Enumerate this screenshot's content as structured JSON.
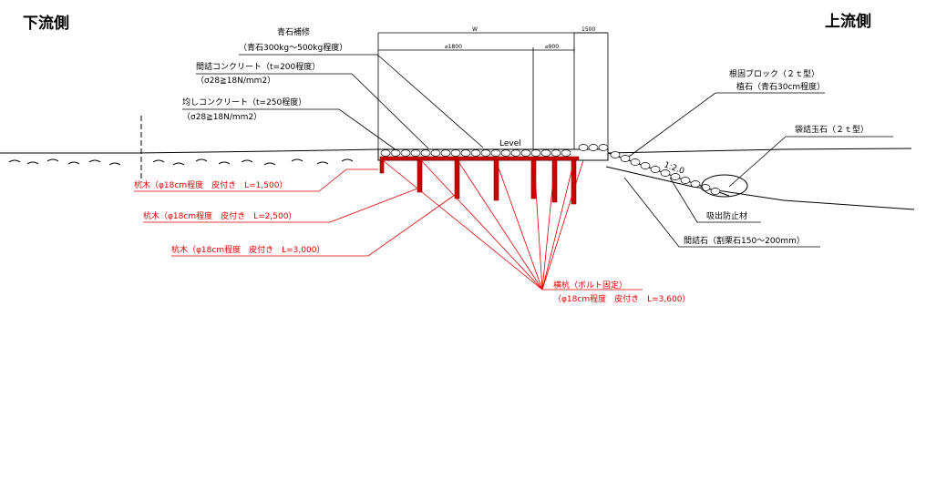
{
  "titles": {
    "downstream": "下流側",
    "upstream": "上流側"
  },
  "dimensions": {
    "w": "W",
    "d1800": "⌀1800",
    "d900": "⌀900",
    "d1500": "1500",
    "level": "Level",
    "slope": "1:2.0"
  },
  "labels": {
    "aoishi_title": "青石補修",
    "aoishi_spec": "（青石300kg～500kg程度）",
    "mazume_title": "間詰コンクリート（t=200程度）",
    "mazume_spec": "（σ28≧18N/mm2）",
    "narashi_title": "均しコンクリート（t=250程度）",
    "narashi_spec": "（σ28≧18N/mm2）",
    "negatame_title": "根固ブロック（２ｔ型）",
    "negatame_spec": "植石（青石30cm程度）",
    "fukuro": "袋詰玉石（２ｔ型）",
    "kyushutsu": "吸出防止材",
    "mazumeishi": "間詰石（割栗石150～200mm）"
  },
  "red_labels": {
    "pile1": "杭木（φ18cm程度　皮付き　L=1,500）",
    "pile2": "杭木（φ18cm程度　皮付き　L=2,500）",
    "pile3": "杭木（φ18cm程度　皮付き　L=3,000）",
    "yokokui_title": "横杭（ボルト固定）",
    "yokokui_spec": "（φ18cm程度　皮付き　L=3,600）"
  },
  "colors": {
    "pile_red": "#c80000",
    "annotation_red": "#e00000",
    "line": "#000000"
  }
}
